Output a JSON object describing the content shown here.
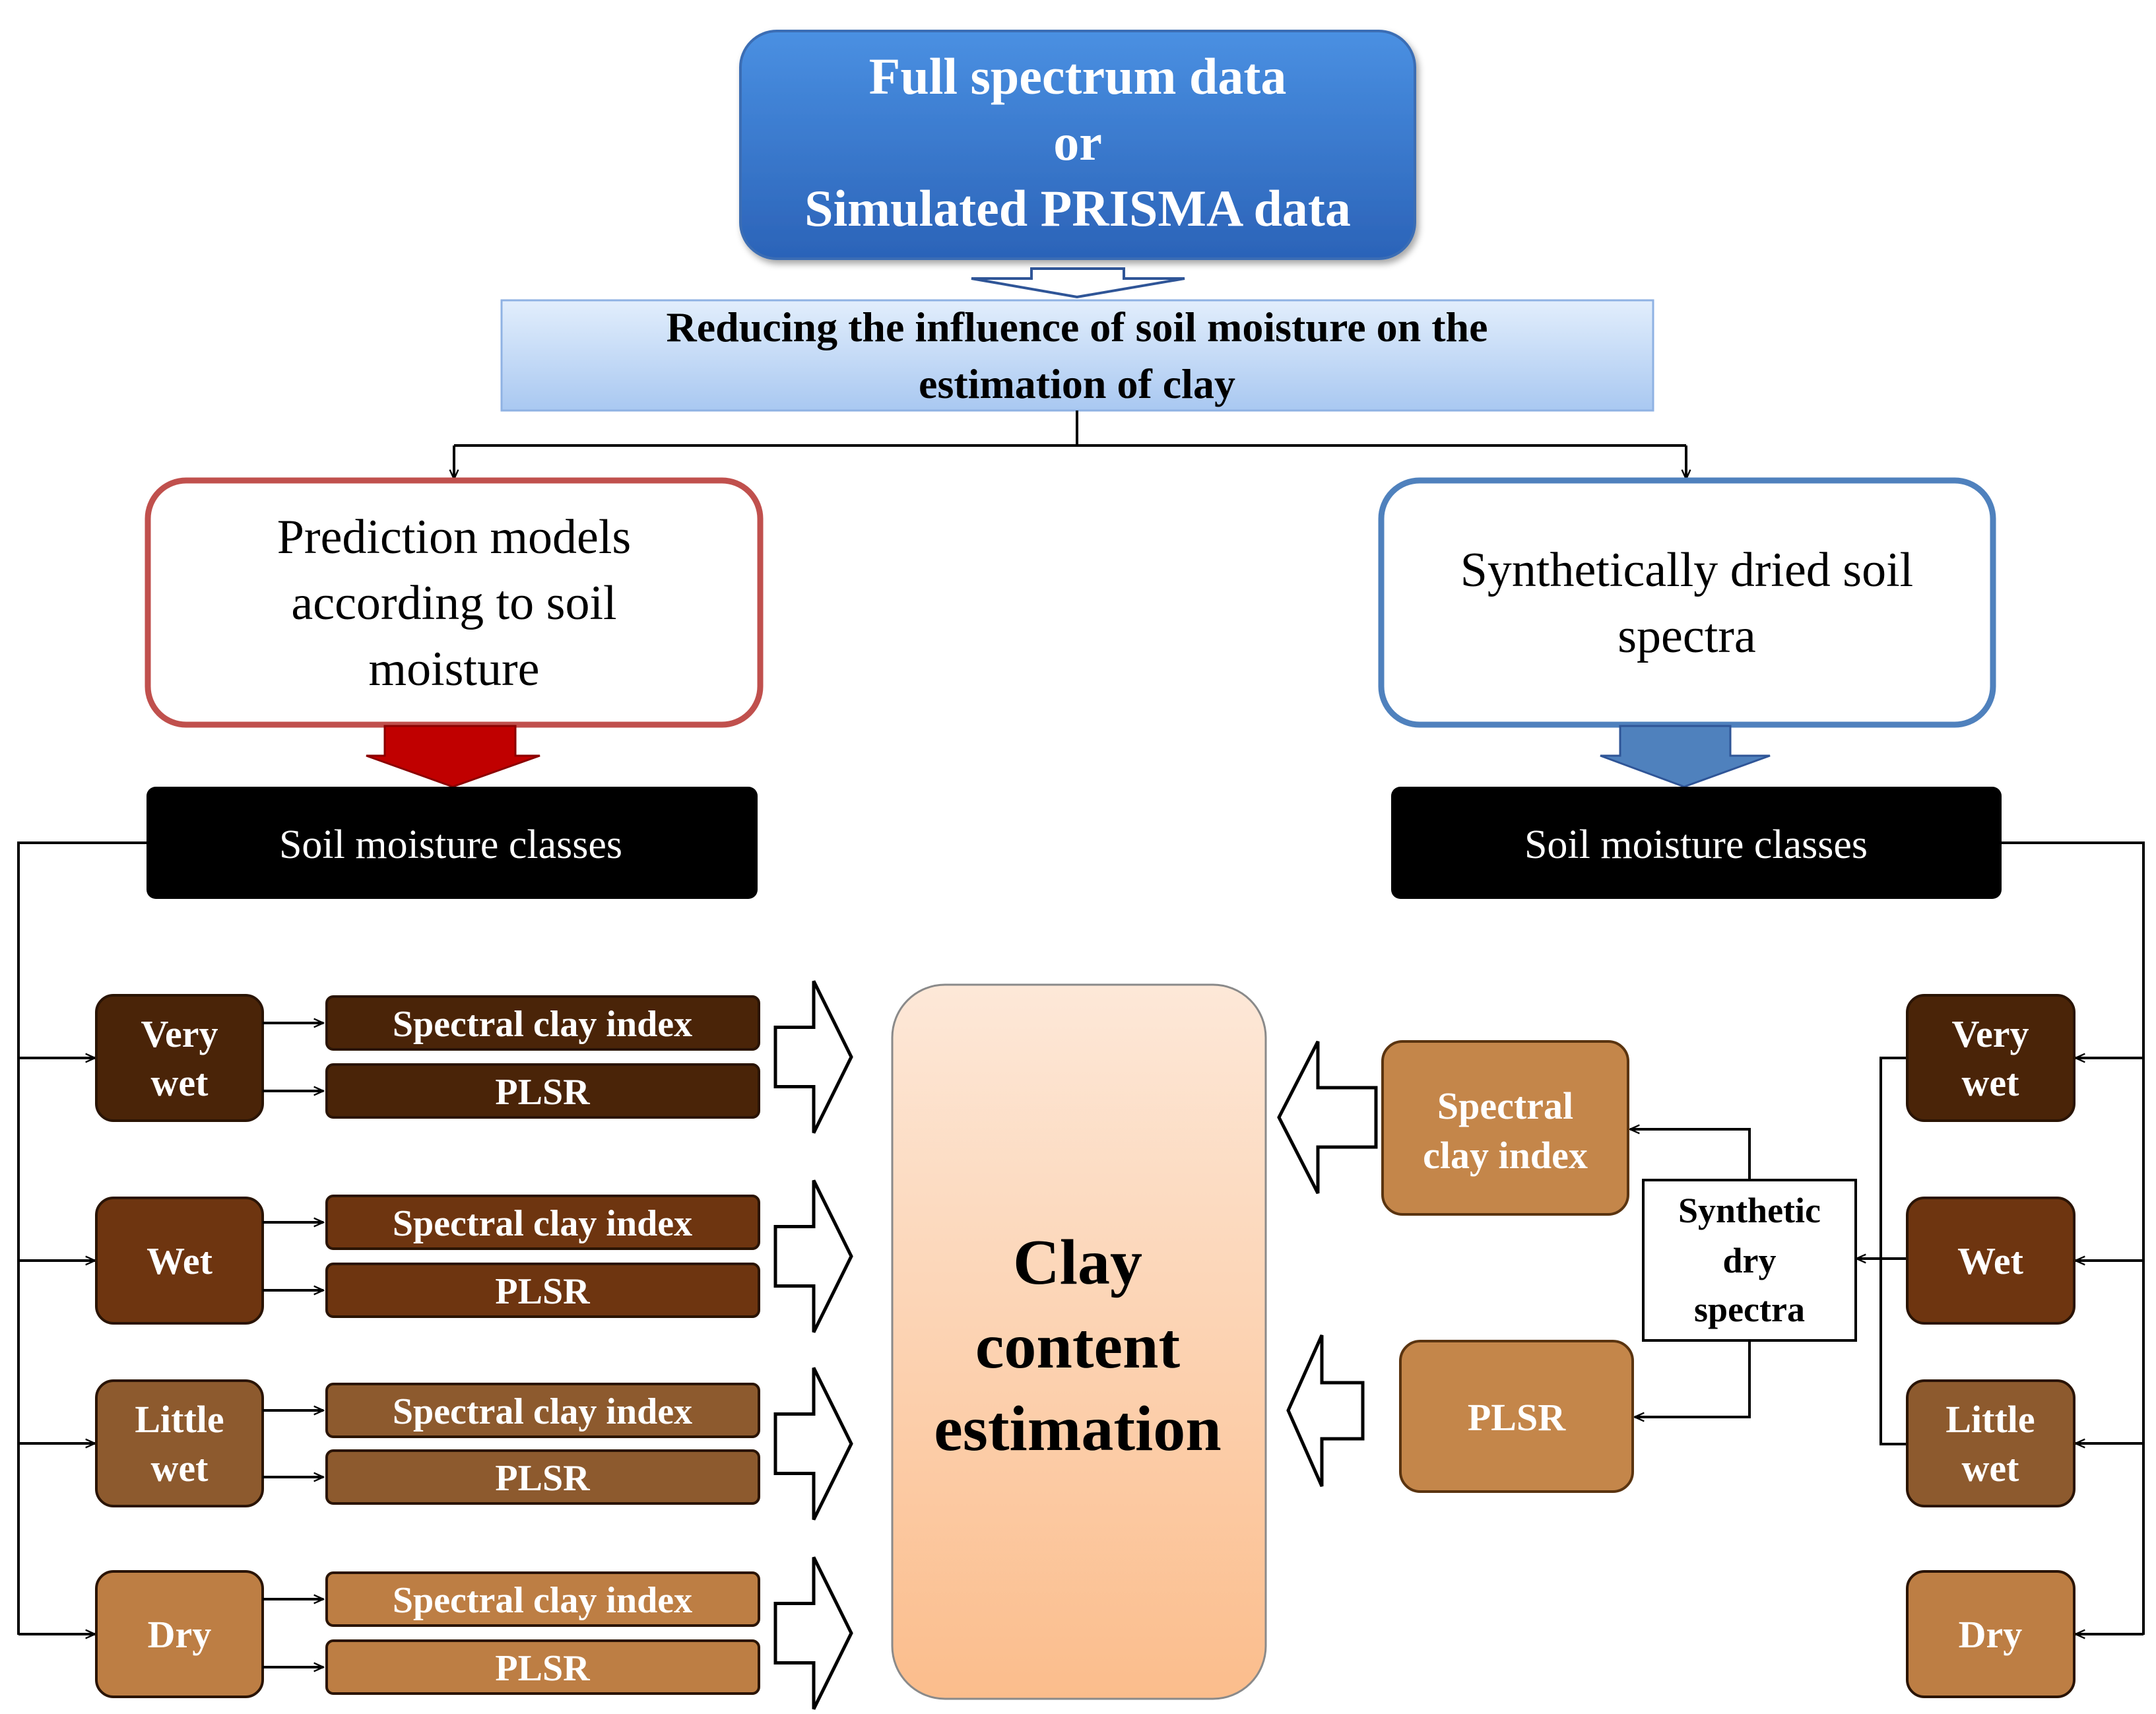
{
  "top_box": {
    "lines": [
      "Full spectrum data",
      "or",
      "Simulated PRISMA data"
    ]
  },
  "reduce_box": {
    "lines": [
      "Reducing the influence of soil moisture on the",
      "estimation of clay"
    ]
  },
  "left_branch": {
    "title_lines": [
      "Prediction models",
      "according to soil",
      "moisture"
    ],
    "classes_label": "Soil moisture classes",
    "rows": [
      {
        "class_lines": [
          "Very",
          "wet"
        ],
        "index_label": "Spectral  clay index",
        "plsr_label": "PLSR"
      },
      {
        "class_lines": [
          "Wet"
        ],
        "index_label": "Spectral  clay index",
        "plsr_label": "PLSR"
      },
      {
        "class_lines": [
          "Little",
          "wet"
        ],
        "index_label": "Spectral  clay index",
        "plsr_label": "PLSR"
      },
      {
        "class_lines": [
          "Dry"
        ],
        "index_label": "Spectral clay index",
        "plsr_label": "PLSR"
      }
    ]
  },
  "right_branch": {
    "title_lines": [
      "Synthetically  dried soil",
      "spectra"
    ],
    "classes_label": "Soil moisture classes",
    "classes": [
      {
        "lines": [
          "Very",
          "wet"
        ]
      },
      {
        "lines": [
          "Wet"
        ]
      },
      {
        "lines": [
          "Little",
          "wet"
        ]
      },
      {
        "lines": [
          "Dry"
        ]
      }
    ],
    "synthetic_lines": [
      "Synthetic",
      "dry",
      "spectra"
    ],
    "index_lines": [
      "Spectral",
      "clay index"
    ],
    "plsr_label": "PLSR"
  },
  "center": {
    "lines": [
      "Clay",
      "content",
      "estimation"
    ]
  },
  "colors": {
    "very_wet": "#4a2408",
    "wet": "#6e3510",
    "little_wet": "#8d5a2e",
    "dry": "#bd7e44",
    "right_method": "#c4864a",
    "top_grad_light": "#4a90e2",
    "top_grad_dark": "#2b63b8",
    "reduce_light": "#dce9fb",
    "reduce_dark": "#a9c8f1",
    "left_border": "#c0504d",
    "right_border": "#4f81bd",
    "red_arrow": "#c00000",
    "blue_arrow": "#4f81bd",
    "center_light": "#fde6d4",
    "center_dark": "#fbbf8f"
  }
}
